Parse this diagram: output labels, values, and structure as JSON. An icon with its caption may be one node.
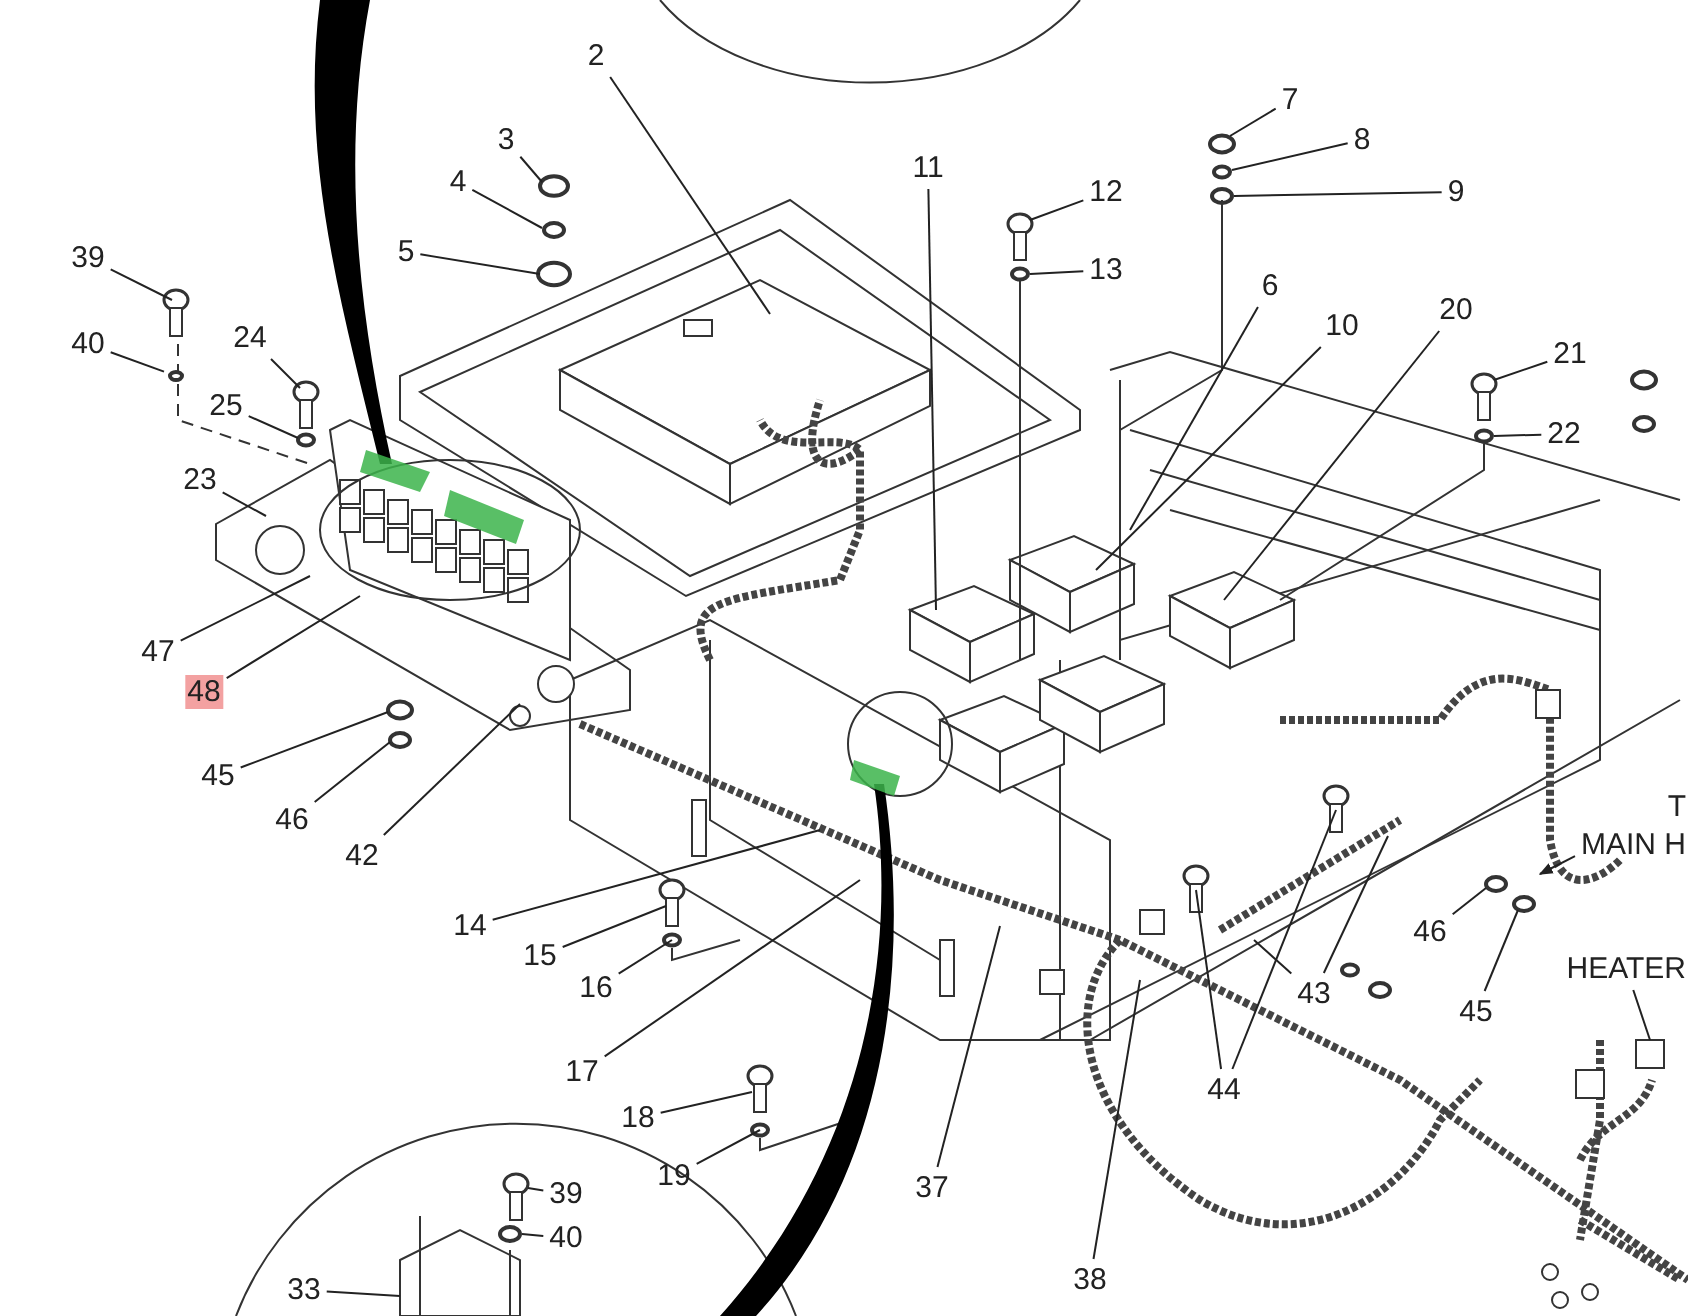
{
  "diagram": {
    "nodes": [
      {
        "text": [
          "2"
        ]
      },
      {
        "text": [
          "3"
        ]
      },
      {
        "text": [
          "4"
        ]
      },
      {
        "text": [
          "5"
        ]
      },
      {
        "text": [
          "7"
        ]
      },
      {
        "text": [
          "8"
        ]
      },
      {
        "text": [
          "11"
        ]
      },
      {
        "text": [
          "12"
        ]
      },
      {
        "text": [
          "9"
        ]
      },
      {
        "text": [
          "13"
        ]
      },
      {
        "text": [
          "6"
        ]
      },
      {
        "text": [
          "10"
        ]
      },
      {
        "text": [
          "20"
        ]
      },
      {
        "text": [
          "39"
        ]
      },
      {
        "text": [
          "24"
        ]
      },
      {
        "text": [
          "40"
        ]
      },
      {
        "text": [
          "21"
        ]
      },
      {
        "text": [
          "25"
        ]
      },
      {
        "text": [
          "22"
        ]
      },
      {
        "text": [
          "23"
        ]
      },
      {
        "text": [
          "47"
        ]
      },
      {
        "text": [
          "48"
        ]
      },
      {
        "text": [
          "45"
        ]
      },
      {
        "text": [
          "T",
          "MAIN H"
        ]
      },
      {
        "text": [
          "46"
        ]
      },
      {
        "text": [
          "42"
        ]
      },
      {
        "text": [
          "14"
        ]
      },
      {
        "text": [
          "46"
        ]
      },
      {
        "text": [
          "15"
        ]
      },
      {
        "text": [
          "16"
        ]
      },
      {
        "text": [
          "HEATER"
        ]
      },
      {
        "text": [
          "43"
        ]
      },
      {
        "text": [
          "45"
        ]
      },
      {
        "text": [
          "17"
        ]
      },
      {
        "text": [
          "44"
        ]
      },
      {
        "text": [
          "18"
        ]
      },
      {
        "text": [
          "19"
        ]
      },
      {
        "text": [
          "37"
        ]
      },
      {
        "text": [
          "39"
        ]
      },
      {
        "text": [
          "40"
        ]
      },
      {
        "text": [
          "38"
        ]
      },
      {
        "text": [
          "33"
        ]
      },
      {
        "text": [],
        "shape": "circle"
      }
    ],
    "edges": [
      {
        "from": 0,
        "to": null,
        "arrow": "none"
      },
      {
        "from": 1,
        "to": null,
        "arrow": "none"
      },
      {
        "from": 2,
        "to": null,
        "arrow": "none"
      },
      {
        "from": 3,
        "to": null,
        "arrow": "none"
      },
      {
        "from": 4,
        "to": null,
        "arrow": "none"
      },
      {
        "from": 5,
        "to": null,
        "arrow": "none"
      },
      {
        "from": 6,
        "to": null,
        "arrow": "none"
      },
      {
        "from": 7,
        "to": null,
        "arrow": "none"
      },
      {
        "from": 8,
        "to": null,
        "arrow": "none"
      },
      {
        "from": 9,
        "to": null,
        "arrow": "none"
      },
      {
        "from": 10,
        "to": null,
        "arrow": "none"
      },
      {
        "from": 11,
        "to": null,
        "arrow": "none"
      },
      {
        "from": 12,
        "to": null,
        "arrow": "none"
      },
      {
        "from": 13,
        "to": null,
        "arrow": "none"
      },
      {
        "from": 14,
        "to": null,
        "arrow": "none"
      },
      {
        "from": 15,
        "to": 42,
        "arrow": "none"
      },
      {
        "from": 16,
        "to": null,
        "arrow": "none"
      },
      {
        "from": 17,
        "to": null,
        "arrow": "none"
      },
      {
        "from": 18,
        "to": null,
        "arrow": "none"
      },
      {
        "from": 19,
        "to": null,
        "arrow": "none"
      },
      {
        "from": 20,
        "to": null,
        "arrow": "none"
      },
      {
        "from": 21,
        "to": null,
        "arrow": "none"
      },
      {
        "from": 22,
        "to": null,
        "arrow": "none"
      },
      {
        "from": 23,
        "to": null,
        "arrow": "to"
      },
      {
        "from": 24,
        "to": null,
        "arrow": "none"
      },
      {
        "from": 25,
        "to": null,
        "arrow": "none"
      },
      {
        "from": 26,
        "to": null,
        "arrow": "none"
      },
      {
        "from": 27,
        "to": null,
        "arrow": "none"
      },
      {
        "from": 28,
        "to": null,
        "arrow": "none"
      },
      {
        "from": 29,
        "to": null,
        "arrow": "none"
      },
      {
        "from": 30,
        "to": null,
        "arrow": "none"
      },
      {
        "from": 31,
        "to": null,
        "arrow": "none"
      },
      {
        "from": 31,
        "to": null,
        "arrow": "none"
      },
      {
        "from": 32,
        "to": null,
        "arrow": "none"
      },
      {
        "from": 33,
        "to": null,
        "arrow": "none"
      },
      {
        "from": 34,
        "to": null,
        "arrow": "none"
      },
      {
        "from": 34,
        "to": null,
        "arrow": "none"
      },
      {
        "from": 35,
        "to": null,
        "arrow": "none"
      },
      {
        "from": 36,
        "to": null,
        "arrow": "none"
      },
      {
        "from": 37,
        "to": null,
        "arrow": "none"
      },
      {
        "from": 38,
        "to": null,
        "arrow": "none"
      },
      {
        "from": 39,
        "to": null,
        "arrow": "none"
      },
      {
        "from": 40,
        "to": null,
        "arrow": "none"
      },
      {
        "from": 41,
        "to": null,
        "arrow": "none"
      }
    ]
  }
}
